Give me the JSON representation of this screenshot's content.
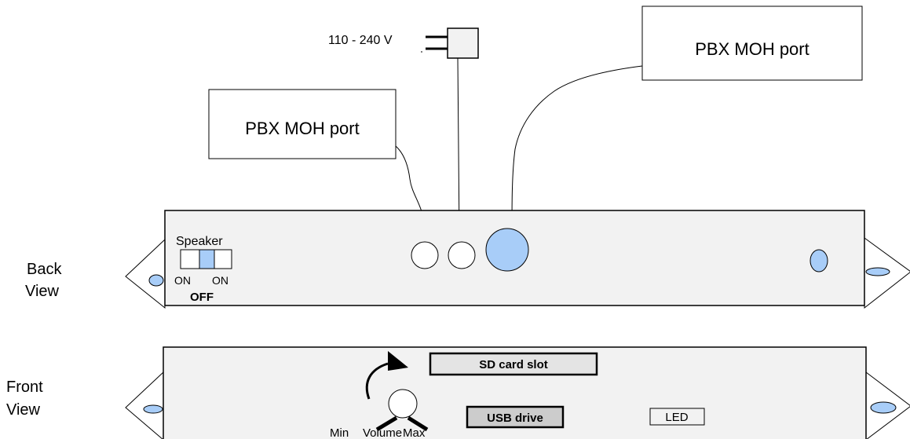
{
  "power": {
    "voltage_label": "110 - 240 V"
  },
  "callouts": {
    "right_port_label": "PBX MOH port",
    "left_port_label": "PBX MOH port"
  },
  "back_view": {
    "label_line1": "Back",
    "label_line2": "View",
    "speaker_label": "Speaker",
    "switch_on_left": "ON",
    "switch_on_right": "ON",
    "switch_off": "OFF"
  },
  "front_view": {
    "label_line1": "Front",
    "label_line2": "View",
    "sd_card_label": "SD card slot",
    "usb_label": "USB drive",
    "led_label": "LED",
    "volume_min": "Min",
    "volume_label": "Volume",
    "volume_max": "Max"
  },
  "colors": {
    "accent_blue": "#a8cdf8",
    "panel_fill": "#f2f2f2",
    "slot_fill": "#e4e4e4",
    "line": "#000000"
  }
}
